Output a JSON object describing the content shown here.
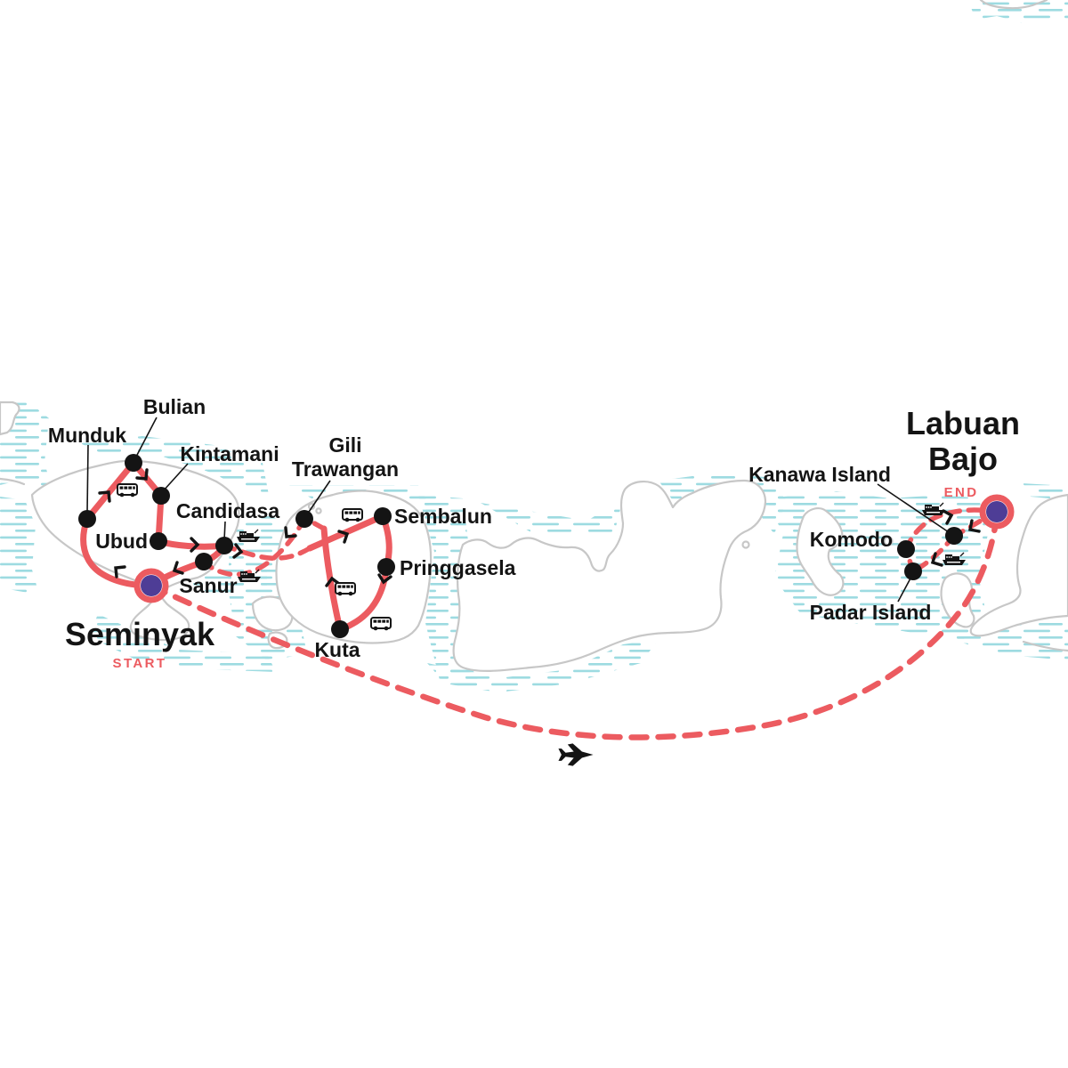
{
  "colors": {
    "route_red": "#ec5b60",
    "marker_purple": "#4e3d96",
    "sea_stripe_teal": "#9ddbe1",
    "coast_gray": "#c7c7c7",
    "label_black": "#141414",
    "background": "#ffffff"
  },
  "terminals": {
    "start": {
      "name": "Seminyak",
      "tag": "START"
    },
    "end": {
      "name_line1": "Labuan",
      "name_line2": "Bajo",
      "tag": "END"
    }
  },
  "stops": {
    "munduk": "Munduk",
    "bulian": "Bulian",
    "kintamani": "Kintamani",
    "ubud": "Ubud",
    "candidasa": "Candidasa",
    "sanur": "Sanur",
    "gili_line1": "Gili",
    "gili_line2": "Trawangan",
    "sembalun": "Sembalun",
    "pringgasela": "Pringgasela",
    "kuta": "Kuta",
    "kanawa": "Kanawa Island",
    "komodo": "Komodo",
    "padar": "Padar Island"
  },
  "icons": {
    "bus": "bus-icon",
    "ferry": "ferry-icon",
    "plane": "plane-icon"
  }
}
